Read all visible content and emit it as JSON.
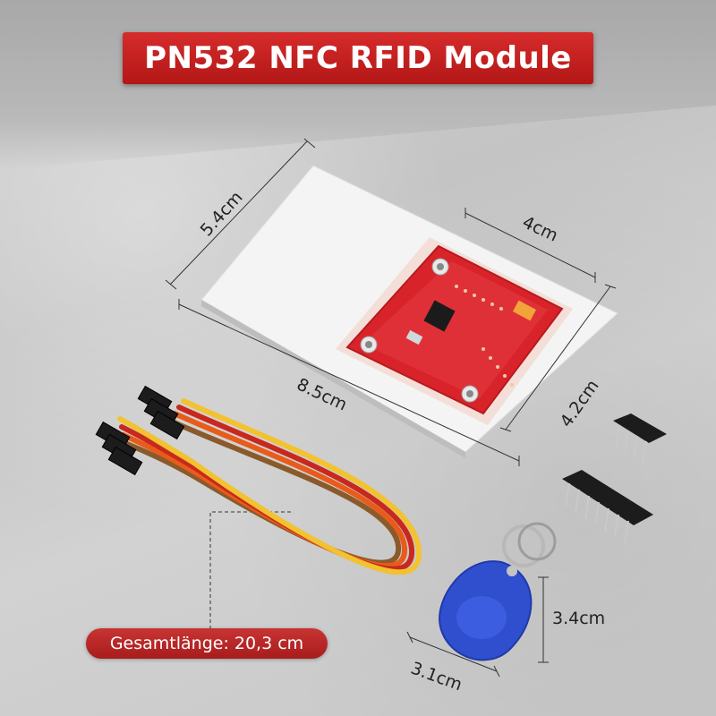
{
  "title": "PN532 NFC RFID Module",
  "dimensions": {
    "card_height": "5.4cm",
    "card_width": "8.5cm",
    "module_width": "4cm",
    "module_height": "4.2cm",
    "tag_height": "3.4cm",
    "tag_width": "3.1cm"
  },
  "cable_length": "Gesamtlänge: 20,3 cm",
  "colors": {
    "brand_red": "#c62222",
    "pcb_red": "#d8232a",
    "tag_blue": "#2f4fcf",
    "wire_orange": "#e85b1a",
    "wire_red": "#c8281e",
    "wire_yellow": "#f2c230",
    "wire_brown": "#8a5a2b"
  }
}
